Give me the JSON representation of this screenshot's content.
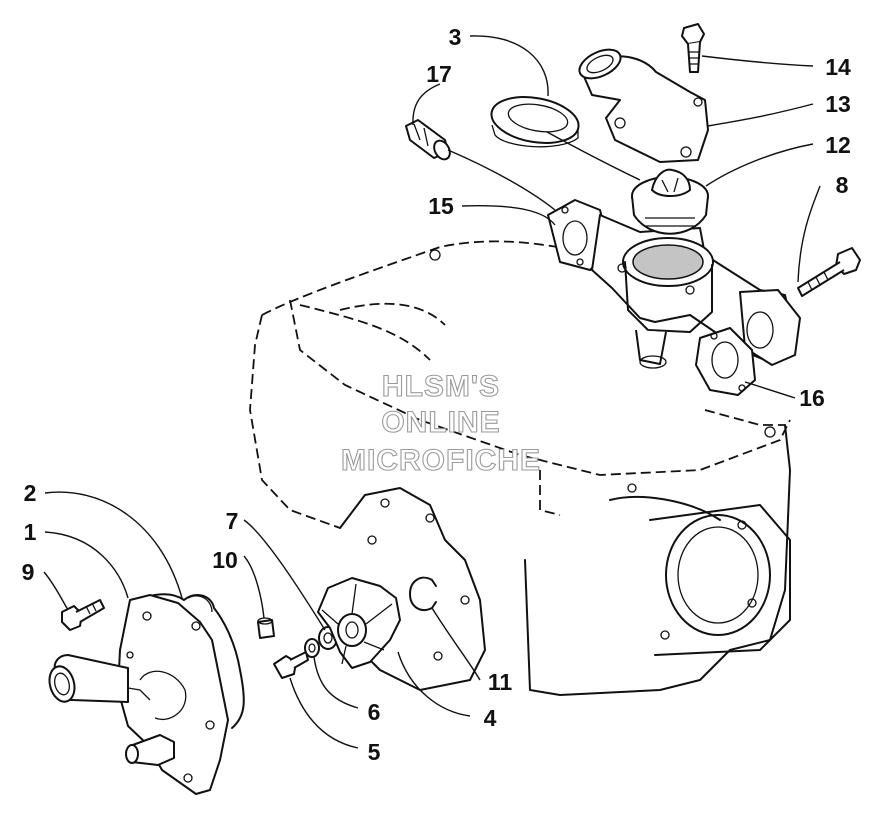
{
  "watermark": {
    "line1": "HLSM'S",
    "line2": "ONLINE",
    "line3": "MICROFICHE"
  },
  "callouts": [
    {
      "id": "p1",
      "label": "1"
    },
    {
      "id": "p2",
      "label": "2"
    },
    {
      "id": "p3",
      "label": "3"
    },
    {
      "id": "p4",
      "label": "4"
    },
    {
      "id": "p5",
      "label": "5"
    },
    {
      "id": "p6",
      "label": "6"
    },
    {
      "id": "p7",
      "label": "7"
    },
    {
      "id": "p8",
      "label": "8"
    },
    {
      "id": "p9",
      "label": "9"
    },
    {
      "id": "p10",
      "label": "10"
    },
    {
      "id": "p11",
      "label": "11"
    },
    {
      "id": "p12",
      "label": "12"
    },
    {
      "id": "p13",
      "label": "13"
    },
    {
      "id": "p14",
      "label": "14"
    },
    {
      "id": "p15",
      "label": "15"
    },
    {
      "id": "p16",
      "label": "16"
    },
    {
      "id": "p17",
      "label": "17"
    }
  ]
}
